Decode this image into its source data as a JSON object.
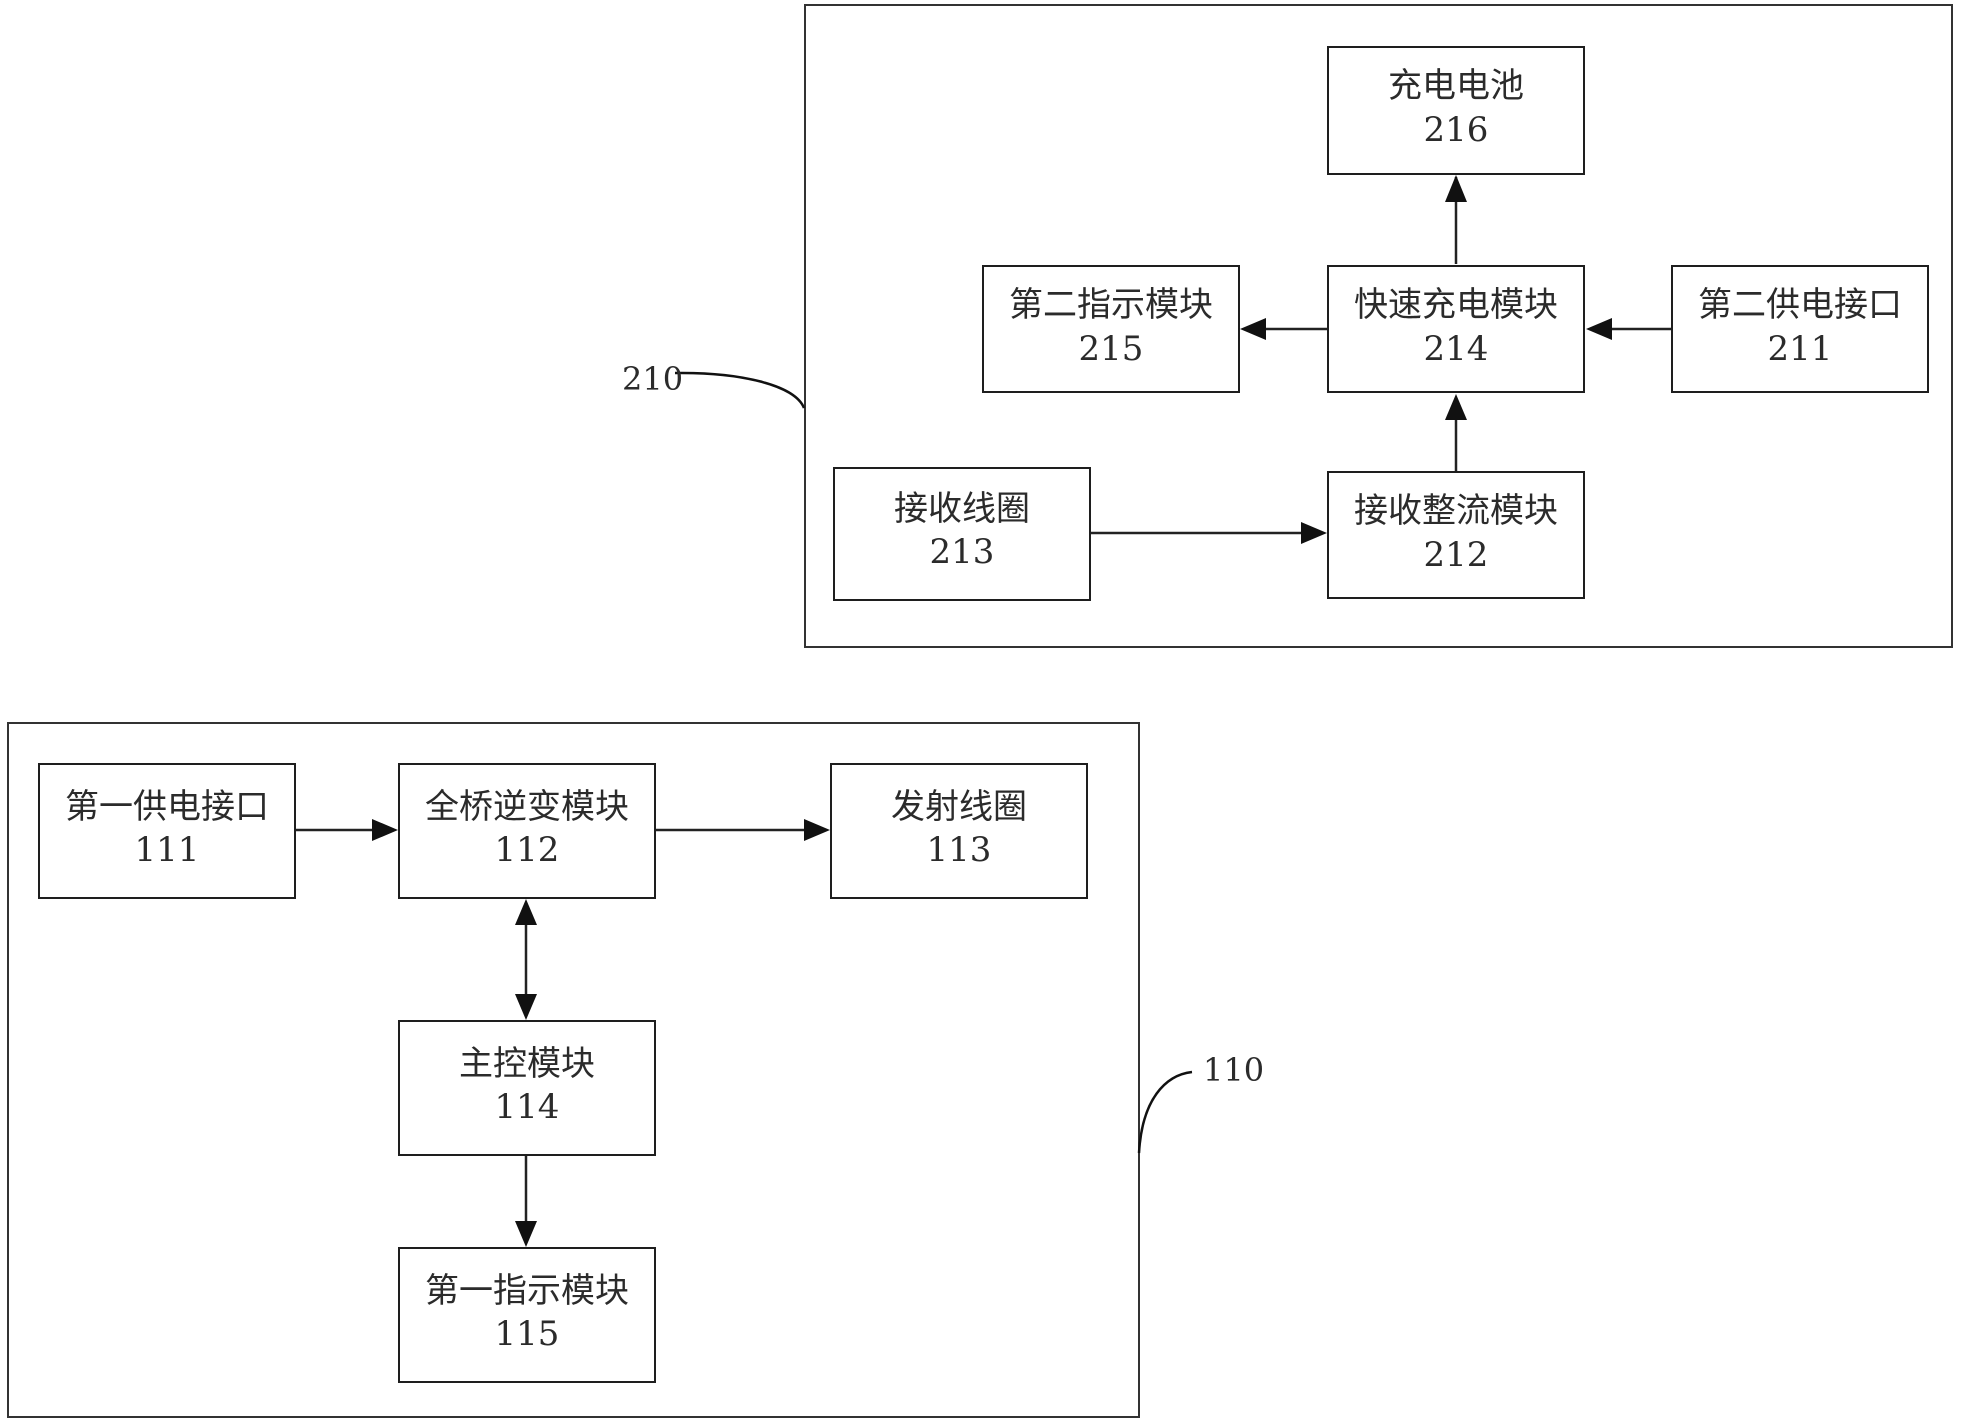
{
  "diagram": {
    "receiver": {
      "ref_label": "210",
      "blocks": [
        {
          "id": "b216",
          "name": "充电电池",
          "number": "216"
        },
        {
          "id": "b215",
          "name": "第二指示模块",
          "number": "215"
        },
        {
          "id": "b214",
          "name": "快速充电模块",
          "number": "214"
        },
        {
          "id": "b211",
          "name": "第二供电接口",
          "number": "211"
        },
        {
          "id": "b213",
          "name": "接收线圈",
          "number": "213"
        },
        {
          "id": "b212",
          "name": "接收整流模块",
          "number": "212"
        }
      ]
    },
    "transmitter": {
      "ref_label": "110",
      "blocks": [
        {
          "id": "b111",
          "name": "第一供电接口",
          "number": "111"
        },
        {
          "id": "b112",
          "name": "全桥逆变模块",
          "number": "112"
        },
        {
          "id": "b113",
          "name": "发射线圈",
          "number": "113"
        },
        {
          "id": "b114",
          "name": "主控模块",
          "number": "114"
        },
        {
          "id": "b115",
          "name": "第一指示模块",
          "number": "115"
        }
      ]
    },
    "connections": [
      {
        "from": "214",
        "to": "216",
        "type": "arrow"
      },
      {
        "from": "214",
        "to": "215",
        "type": "arrow"
      },
      {
        "from": "211",
        "to": "214",
        "type": "arrow"
      },
      {
        "from": "212",
        "to": "214",
        "type": "arrow"
      },
      {
        "from": "213",
        "to": "212",
        "type": "arrow"
      },
      {
        "from": "111",
        "to": "112",
        "type": "arrow"
      },
      {
        "from": "112",
        "to": "113",
        "type": "arrow"
      },
      {
        "from": "112",
        "to": "114",
        "type": "bidirectional"
      },
      {
        "from": "114",
        "to": "115",
        "type": "arrow"
      }
    ]
  }
}
